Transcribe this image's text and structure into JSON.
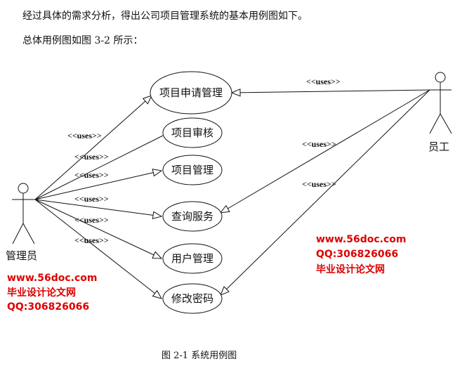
{
  "text": {
    "line1": "经过具体的需求分析，得出公司项目管理系统的基本用例图如下。",
    "line2": "总体用例图如图 3-2 所示："
  },
  "diagram": {
    "actors": {
      "admin": "管理员",
      "employee": "员工"
    },
    "use_cases": [
      "项目申请管理",
      "项目审核",
      "项目管理",
      "查询服务",
      "用户管理",
      "修改密码"
    ],
    "stereotype": "<<uses>>"
  },
  "watermark": {
    "site": "www.56doc.com",
    "qq": "QQ:306826066",
    "name": "毕业设计论文网"
  },
  "caption": "图 2-1  系统用例图"
}
